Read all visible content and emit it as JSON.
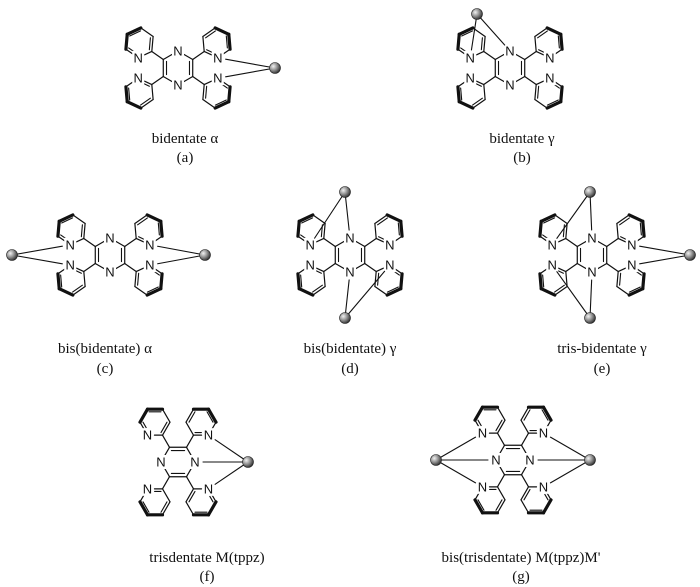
{
  "atom_label": "N",
  "panels": [
    {
      "id": "a",
      "caption": "bidentate α",
      "letter": "(a)"
    },
    {
      "id": "b",
      "caption": "bidentate γ",
      "letter": "(b)"
    },
    {
      "id": "c",
      "caption": "bis(bidentate)  α",
      "letter": "(c)"
    },
    {
      "id": "d",
      "caption": "bis(bidentate) γ",
      "letter": "(d)"
    },
    {
      "id": "e",
      "caption": "tris-bidentate γ",
      "letter": "(e)"
    },
    {
      "id": "f",
      "caption": "trisdentate M(tppz)",
      "letter": "(f)"
    },
    {
      "id": "g",
      "caption": "bis(trisdentate) M(tppz)M'",
      "letter": "(g)"
    }
  ],
  "metal_color": "#777777"
}
